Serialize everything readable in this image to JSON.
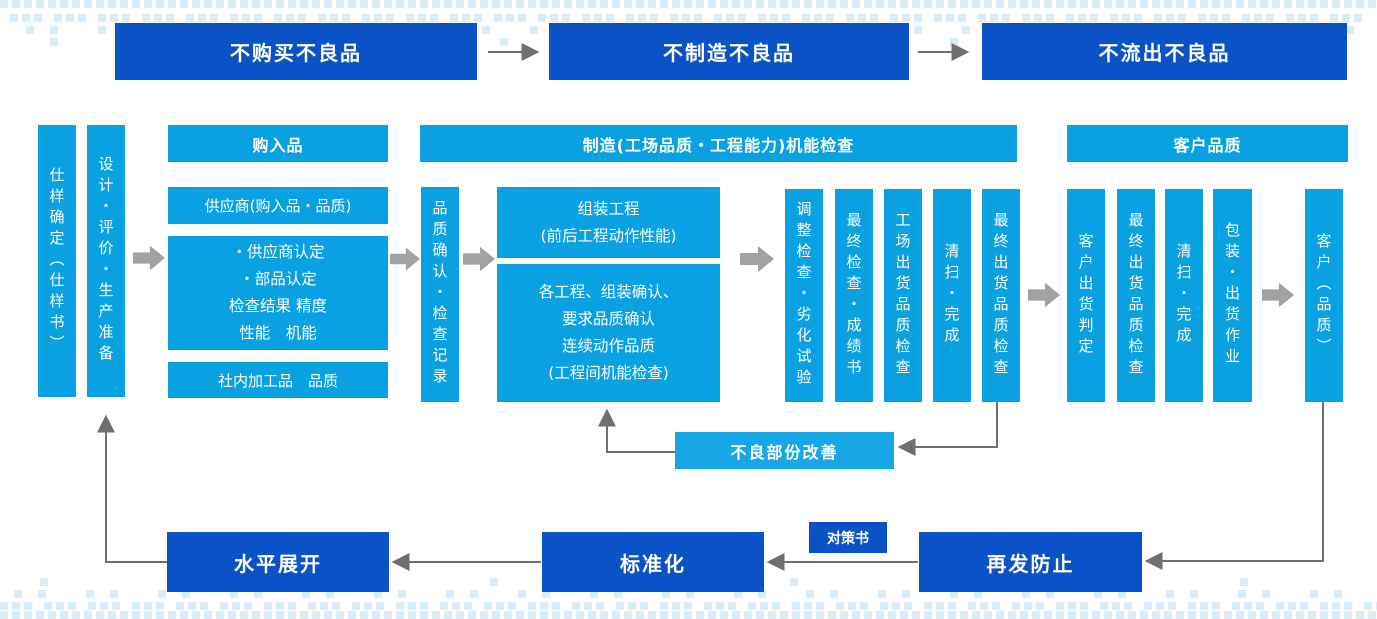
{
  "palette": {
    "dark_blue": "#0B52C6",
    "light_blue": "#0AA1E2",
    "improve_blue": "#17A7E6",
    "line_gray": "#6F6F6F",
    "block_arrow_gray": "#A2A2A2",
    "dot_pattern_blue": "#D9ECFA"
  },
  "top_flow": {
    "steps": [
      "不购买不良品",
      "不制造不良品",
      "不流出不良品"
    ]
  },
  "preparation": {
    "spec_column": "仕样确定（仕样书）",
    "design_column": "设计・评价・生产准备"
  },
  "purchase": {
    "header": "购入品",
    "supplier_box": "供应商(购入品・品质)",
    "certify_box": "・供应商认定\n・部品认定\n检查结果 精度\n性能　机能",
    "internal_box": "社内加工品　品质"
  },
  "quality_confirm_column": "品质确认・检查记录",
  "manufacture": {
    "header": "制造(工场品质・工程能力)机能检查",
    "assembly_box": "组装工程\n(前后工程动作性能)",
    "process_box": "各工程、组装确认、\n要求品质确认\n连续动作品质\n(工程间机能检查)",
    "columns": [
      "调整检查・劣化试验",
      "最终检查・成绩书",
      "工场出货品质检查",
      "清扫・完成",
      "最终出货品质检查"
    ]
  },
  "customer": {
    "header": "客户品质",
    "columns": [
      "客户出货判定",
      "最终出货品质检查",
      "清扫・完成",
      "包装・出货作业"
    ],
    "final_column": "客户（品质）"
  },
  "improvement_box": "不良部份改善",
  "bottom_flow": {
    "recurrence_prevention": "再发防止",
    "countermeasure_doc": "对策书",
    "standardize": "标准化",
    "horizontal_deploy": "水平展开"
  }
}
